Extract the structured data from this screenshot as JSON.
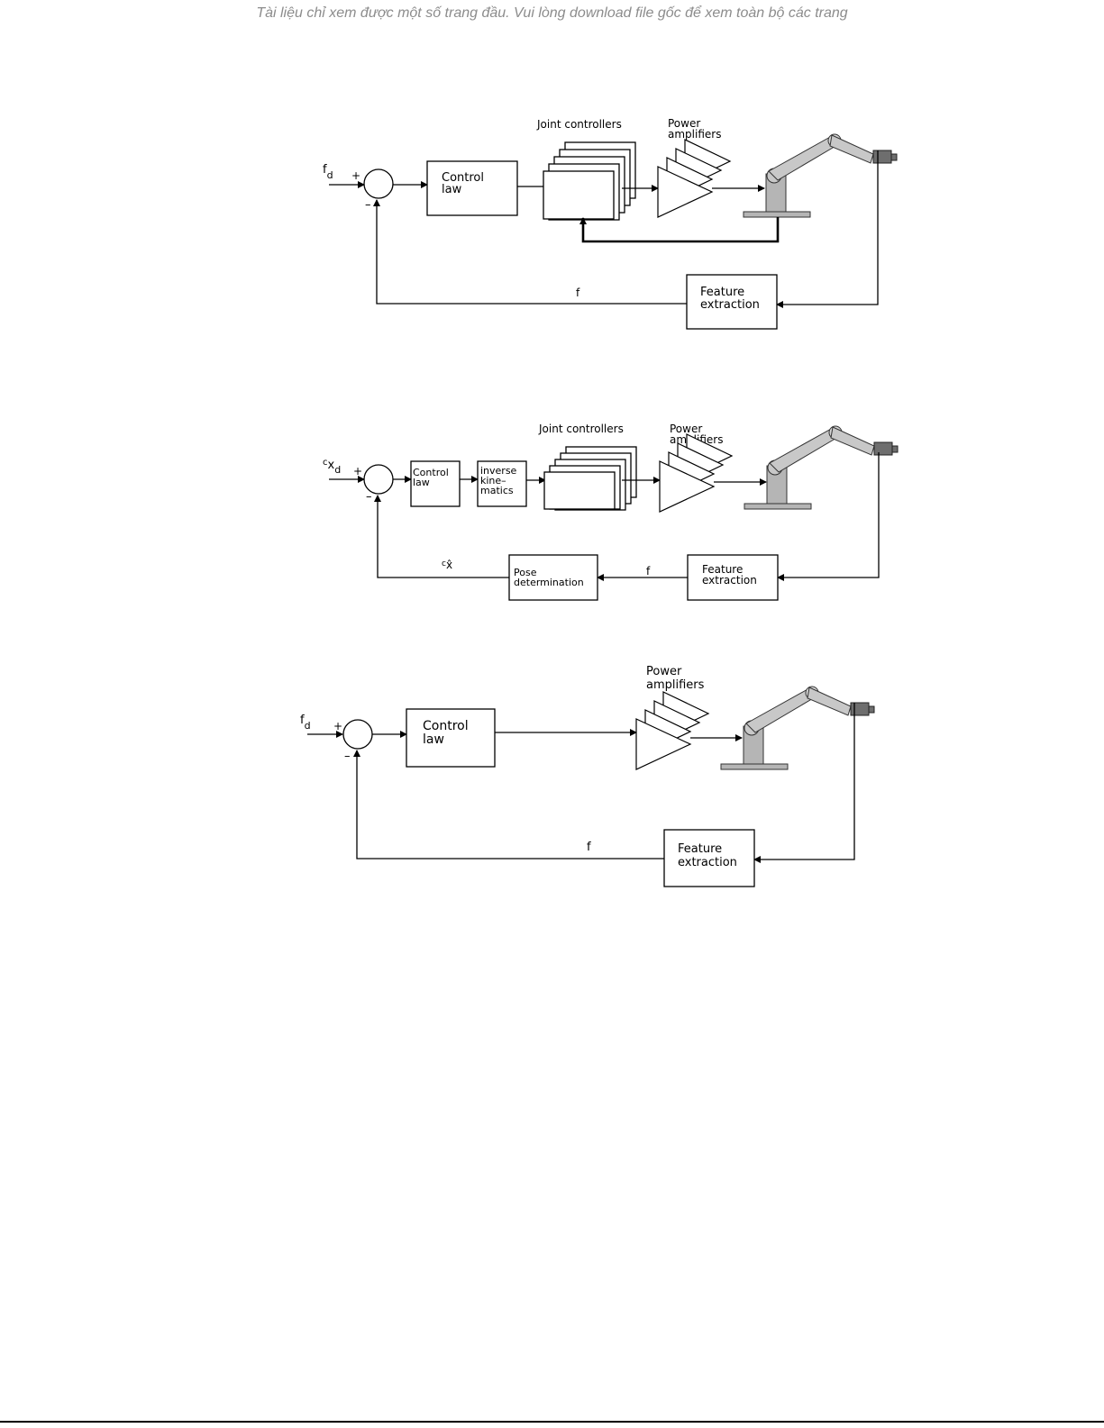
{
  "banner": "Tài liệu chỉ xem được một số trang đầu. Vui lòng download file gốc để xem toàn bộ các trang",
  "diagrams": [
    {
      "input_main": "f",
      "input_sub": "d",
      "plus": "+",
      "minus": "–",
      "control_law": [
        "Control",
        "law"
      ],
      "joint_controllers": "Joint controllers",
      "power_amplifiers": [
        "Power",
        "amplifiers"
      ],
      "feature_extraction": [
        "Feature",
        "extraction"
      ],
      "feedback_label": "f"
    },
    {
      "input_sup": "c",
      "input_main": "x",
      "input_sub": "d",
      "plus": "+",
      "minus": "–",
      "control_law": [
        "Control",
        "law"
      ],
      "inverse_kinematics": [
        "inverse",
        "kine–",
        "matics"
      ],
      "joint_controllers": "Joint controllers",
      "power_amplifiers": [
        "Power",
        "amplifiers"
      ],
      "feature_extraction": [
        "Feature",
        "extraction"
      ],
      "pose_determination": [
        "Pose",
        "determination"
      ],
      "feature_label": "f",
      "pose_label_sup": "c",
      "pose_label_main": "x̂"
    },
    {
      "input_main": "f",
      "input_sub": "d",
      "plus": "+",
      "minus": "–",
      "control_law": [
        "Control",
        "law"
      ],
      "power_amplifiers": [
        "Power",
        "amplifiers"
      ],
      "feature_extraction": [
        "Feature",
        "extraction"
      ],
      "feedback_label": "f"
    }
  ]
}
